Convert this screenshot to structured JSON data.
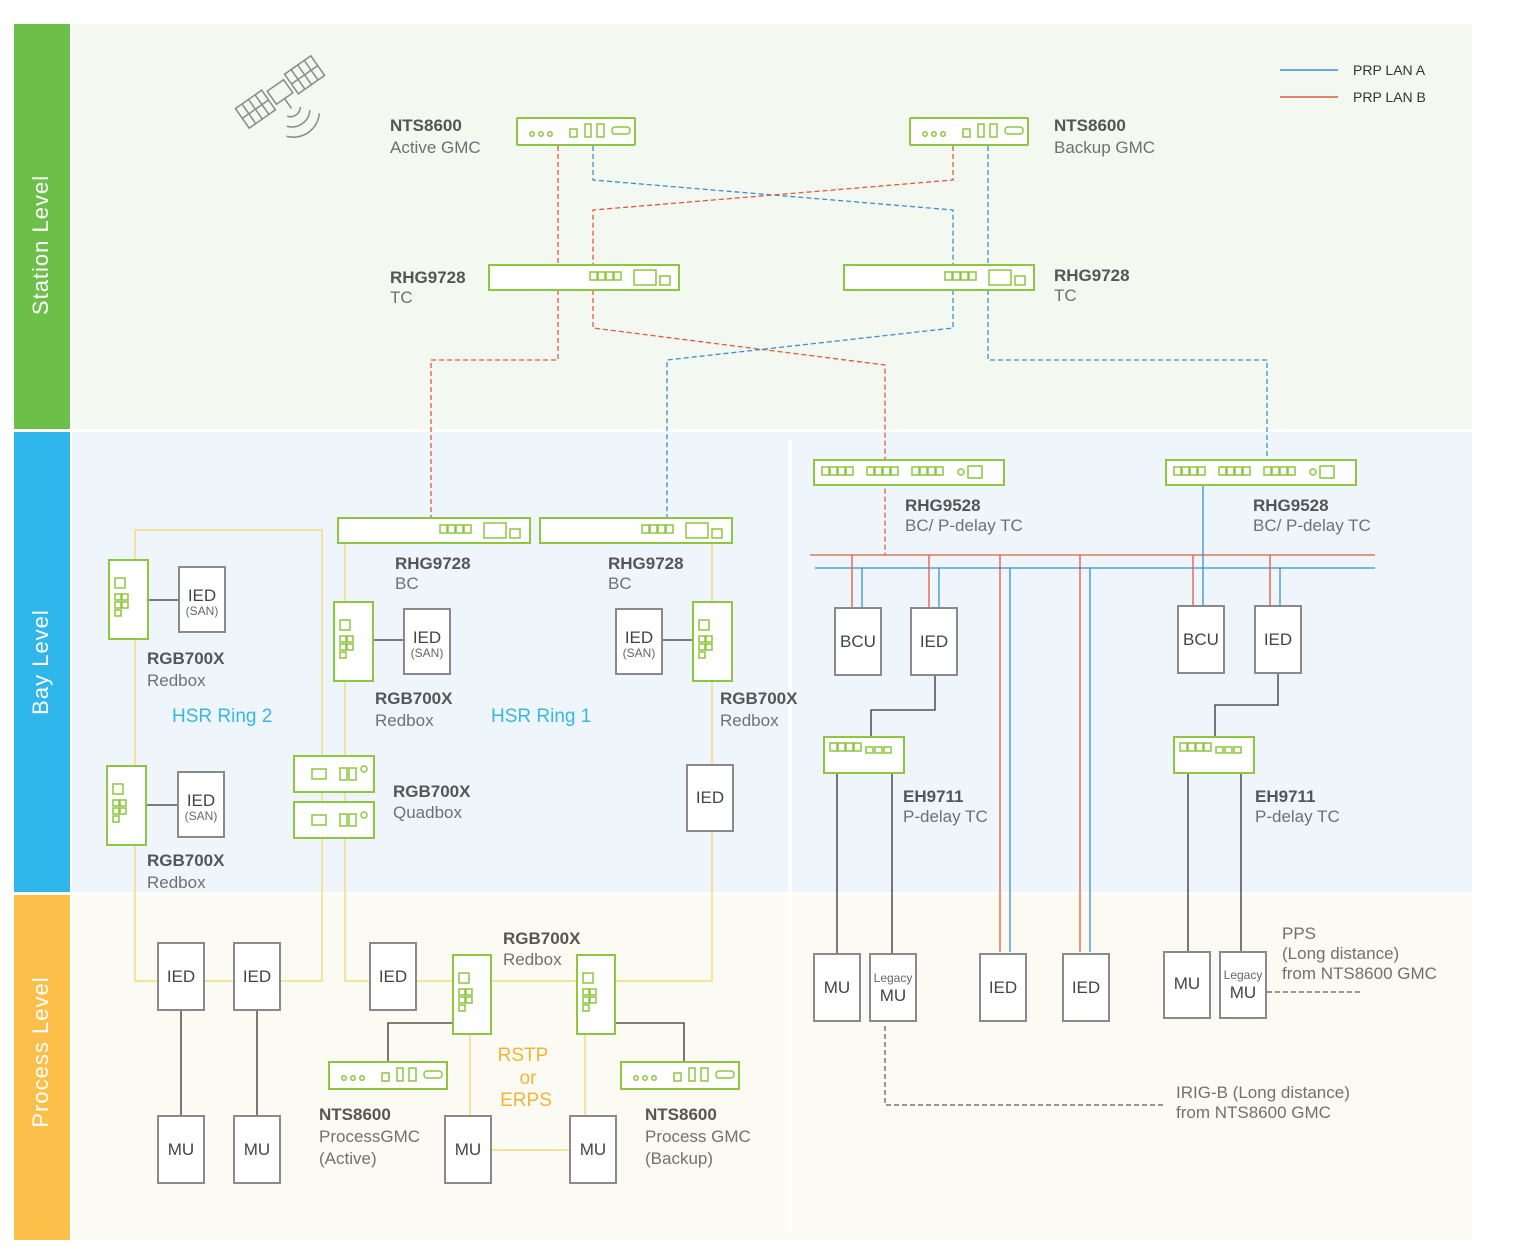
{
  "legend": {
    "lan_a": "PRP LAN A",
    "lan_b": "PRP LAN B"
  },
  "colors": {
    "lan_a": "#3a8fd0",
    "lan_b": "#e05a40",
    "ring": "#f3d97a",
    "device": "#8dc63f",
    "station": "#6cc04a",
    "bay": "#2fb6ea",
    "process": "#fcbf49"
  },
  "levels": {
    "station": "Station Level",
    "bay": "Bay Level",
    "process": "Process Level"
  },
  "devices": {
    "gmc_active": {
      "model": "NTS8600",
      "role": "Active GMC"
    },
    "gmc_backup": {
      "model": "NTS8600",
      "role": "Backup GMC"
    },
    "tc_left": {
      "model": "RHG9728",
      "role": "TC"
    },
    "tc_right": {
      "model": "RHG9728",
      "role": "TC"
    },
    "bc_left": {
      "model": "RHG9728",
      "role": "BC"
    },
    "bc_right": {
      "model": "RHG9728",
      "role": "BC"
    },
    "bcp_left": {
      "model": "RHG9528",
      "role": "BC/ P-delay TC"
    },
    "bcp_right": {
      "model": "RHG9528",
      "role": "BC/ P-delay TC"
    },
    "redbox_r2_top": {
      "model": "RGB700X",
      "role": "Redbox"
    },
    "redbox_r2_bottom": {
      "model": "RGB700X",
      "role": "Redbox"
    },
    "redbox_r1_left": {
      "model": "RGB700X",
      "role": "Redbox"
    },
    "redbox_r1_right": {
      "model": "RGB700X",
      "role": "Redbox"
    },
    "quadbox": {
      "model": "RGB700X",
      "role": "Quadbox"
    },
    "redbox_process": {
      "model": "RGB700X",
      "role": "Redbox"
    },
    "eh_left": {
      "model": "EH9711",
      "role": "P-delay TC"
    },
    "eh_right": {
      "model": "EH9711",
      "role": "P-delay TC"
    },
    "process_gmc_active": {
      "model": "NTS8600",
      "role1": "ProcessGMC",
      "role2": "(Active)"
    },
    "process_gmc_backup": {
      "model": "NTS8600",
      "role1": "Process GMC",
      "role2": "(Backup)"
    }
  },
  "labels": {
    "hsr_ring_1": "HSR Ring 1",
    "hsr_ring_2": "HSR Ring 2",
    "rstp": "RSTP",
    "or": "or",
    "erps": "ERPS",
    "ied": "IED",
    "san": "(SAN)",
    "bcu": "BCU",
    "mu": "MU",
    "legacy": "Legacy",
    "pps_1": "PPS",
    "pps_2": "(Long distance)",
    "pps_3": "from NTS8600 GMC",
    "irig_1": "IRIG-B (Long distance)",
    "irig_2": "from NTS8600 GMC"
  }
}
